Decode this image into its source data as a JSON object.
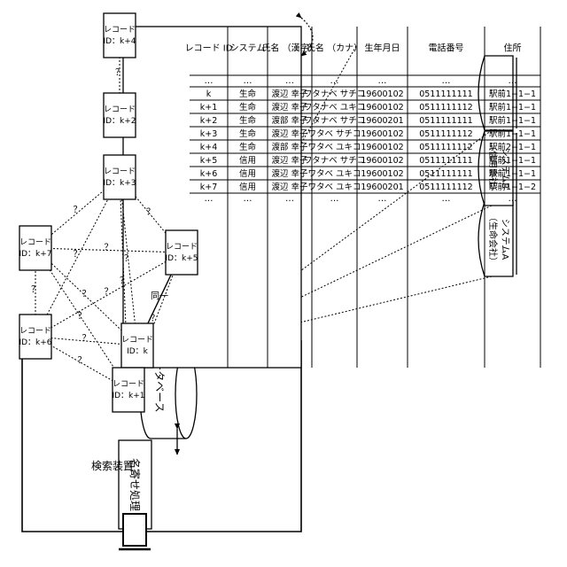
{
  "device_label": "検索装置",
  "database_label": "データベース",
  "dedup_label": "名寄せ処理",
  "systems": [
    {
      "line1": "システムA",
      "line2": "（生命会社）"
    },
    {
      "line1": "システムB",
      "line2": "（信用会社）"
    },
    {
      "line1": "…",
      "line2": ""
    }
  ],
  "table": {
    "headers": [
      "レコード ID",
      "システム",
      "氏名 （漢字）",
      "氏名 （カナ）",
      "生年月日",
      "電話番号",
      "住所"
    ],
    "ellipsis": "…",
    "rows": [
      [
        "k",
        "生命",
        "渡辺 幸子",
        "ワタナベ サチコ",
        "19600102",
        "0511111111",
        "駅前1−1−1"
      ],
      [
        "k+1",
        "生命",
        "渡辺 幸子",
        "ワタナベ ユキコ",
        "19600102",
        "0511111112",
        "駅前1−1−1"
      ],
      [
        "k+2",
        "生命",
        "渡部 幸子",
        "ワタナベ サチコ",
        "19600201",
        "0511111111",
        "駅前1−1−1"
      ],
      [
        "k+3",
        "生命",
        "渡辺 幸子",
        "ワタベ サチコ",
        "19600102",
        "0511111112",
        "駅前1−1−1"
      ],
      [
        "k+4",
        "生命",
        "渡部 幸子",
        "ワタベ ユキコ",
        "19600102",
        "0511111112",
        "駅前2−1−1"
      ],
      [
        "k+5",
        "信用",
        "渡辺 幸子",
        "ワタナベ サチコ",
        "19600102",
        "0511111111",
        "駅前1−1−1"
      ],
      [
        "k+6",
        "信用",
        "渡辺 幸子",
        "ワタベ ユキコ",
        "19600102",
        "0511111111",
        "駅前1−1−1"
      ],
      [
        "k+7",
        "信用",
        "渡辺 幸子",
        "ワタベ ユキコ",
        "19600201",
        "0511111112",
        "駅前1−1−2"
      ]
    ]
  },
  "record_title": "レコード",
  "graph_nodes": [
    "ID：k",
    "ID：k+1",
    "ID：k+6",
    "ID：k+7",
    "ID：k+3",
    "ID：k+5"
  ],
  "pair_nodes": [
    "ID：k+2",
    "ID：k+4"
  ],
  "same_label": "同一",
  "unknown_label": "？"
}
